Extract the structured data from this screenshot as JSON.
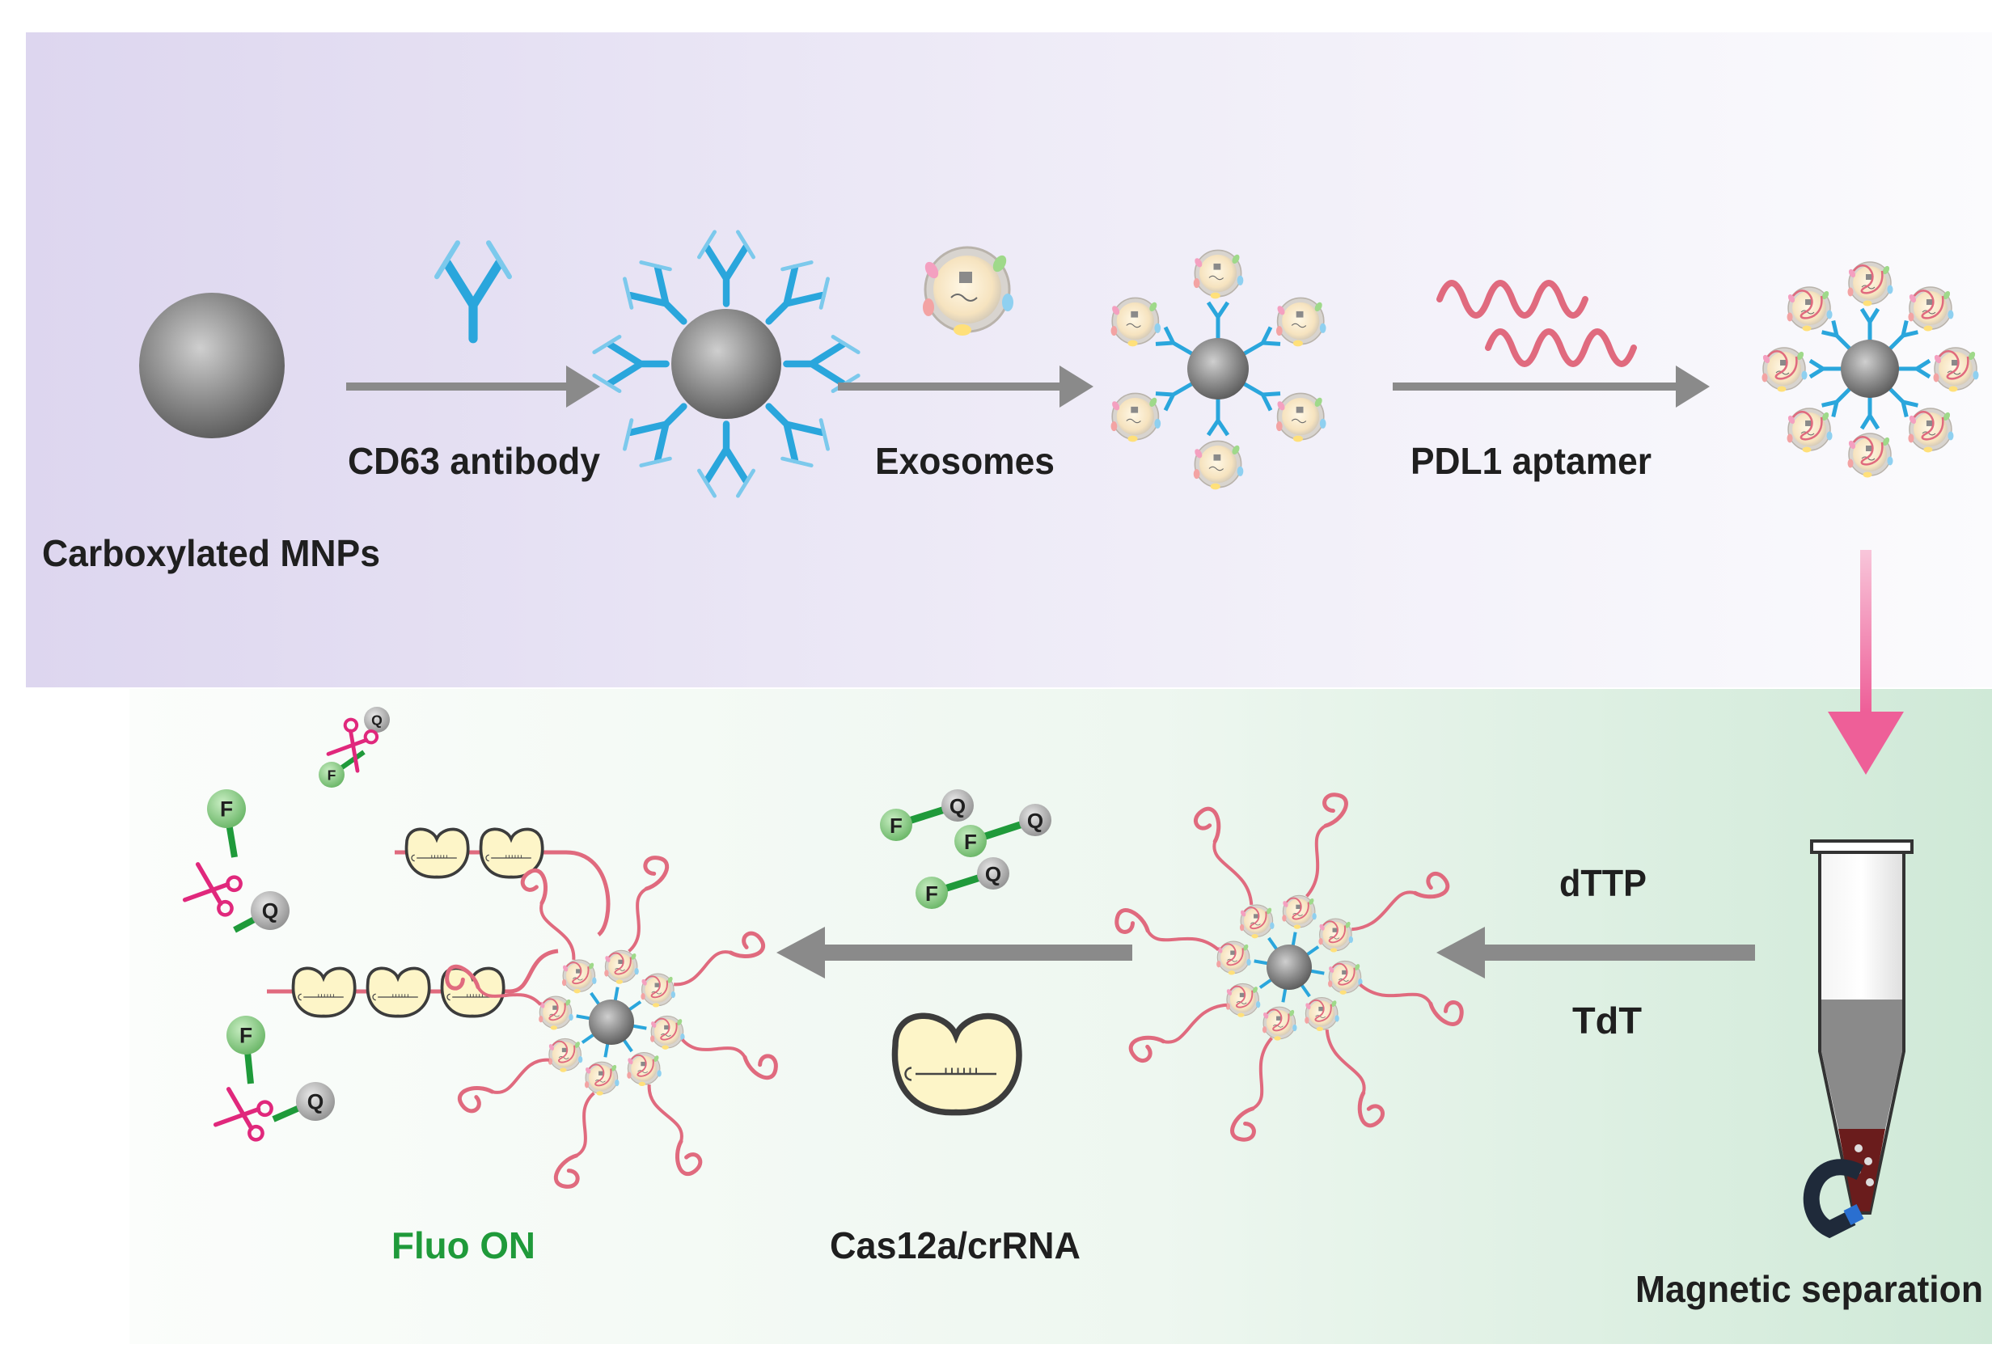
{
  "labels": {
    "carboxylated_mnps": "Carboxylated MNPs",
    "cd63_antibody": "CD63 antibody",
    "exosomes": "Exosomes",
    "pdl1_aptamer": "PDL1 aptamer",
    "magnetic_separation": "Magnetic separation",
    "dttp": "dTTP",
    "tdt": "TdT",
    "cas12a_crrna": "Cas12a/crRNA",
    "fluo_on": "Fluo ON"
  },
  "markers": {
    "fluorophore": "F",
    "quencher": "Q"
  },
  "colors": {
    "top_panel": "#e9e5f5",
    "bottom_panel": "#eaf5ee",
    "antibody": "#2aa6dc",
    "aptamer": "#e06a7e",
    "arrow": "#8a8a8a",
    "pink_arrow": "#f06aa0",
    "fluorophore": "#7dc27a",
    "quencher": "#a9a9a9",
    "linker": "#1f9a3a",
    "scissors": "#e0287c",
    "cas_protein": "#fdf5c8",
    "fluo_on_text": "#1f9a3a"
  },
  "icons": [
    "magnetic-nanoparticle-icon",
    "antibody-icon",
    "exosome-icon",
    "aptamer-icon",
    "tube-icon",
    "magnet-icon",
    "scissors-icon",
    "cas12a-protein-icon"
  ]
}
